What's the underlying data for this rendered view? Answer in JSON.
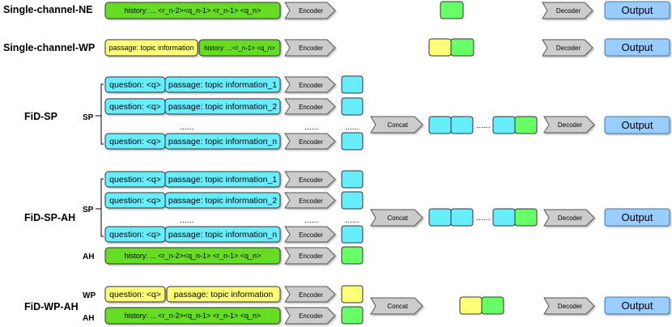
{
  "colors": {
    "green": "#66ff66",
    "green_dark": "#66dd22",
    "cyan": "#66eeff",
    "yellow": "#ffff77",
    "gray": "#cccccc",
    "output_blue": "#99ccff"
  },
  "labels": {
    "encoder": "Encoder",
    "decoder": "Decoder",
    "concat": "Concat",
    "output": "Output",
    "dots": "......"
  },
  "rows": {
    "sc_ne": {
      "title": "Single-channel-NE",
      "history": "history: ... <r_n-2><q_n-1> <r_n-1> <q_n>"
    },
    "sc_wp": {
      "title": "Single-channel-WP",
      "passage": "passage: topic information",
      "history": "history: ...<r_n-1> <q_n>"
    },
    "fid_sp": {
      "title": "FiD-SP",
      "sp": "SP",
      "question": "question: <q>",
      "passages": [
        "passage: topic information_1",
        "passage: topic information_2",
        "passage: topic information_n"
      ]
    },
    "fid_sp_ah": {
      "title": "FiD-SP-AH",
      "sp": "SP",
      "ah": "AH",
      "question": "question: <q>",
      "passages": [
        "passage: topic information_1",
        "passage: topic information_2",
        "passage: topic information_n"
      ],
      "history": "history: ... <r_n-2><q_n-1> <r_n-1> <q_n>"
    },
    "fid_wp_ah": {
      "title": "FiD-WP-AH",
      "wp": "WP",
      "ah": "AH",
      "question": "question: <q>",
      "passage": "passage: topic information",
      "history": "history: ... <r_n-2><q_n-1> <r_n-1> <q_n>"
    }
  }
}
